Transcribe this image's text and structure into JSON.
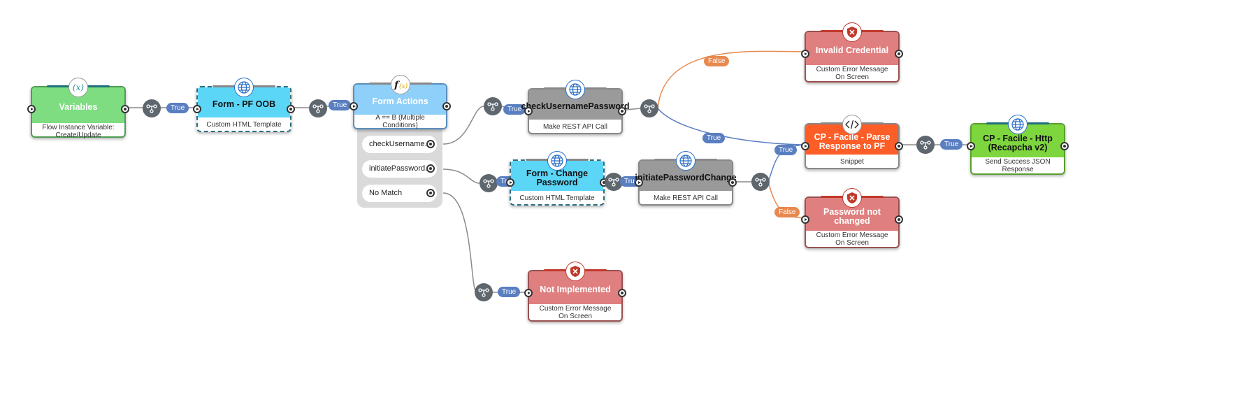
{
  "nodes": {
    "variables": {
      "title": "Variables",
      "subtitle": "Flow Instance Variable: Create/Update",
      "icon": "variable-x-icon",
      "color": "#7ddd80"
    },
    "form_pf_oob": {
      "title": "Form - PF OOB",
      "subtitle": "Custom HTML Template",
      "icon": "globe-icon",
      "color": "#5cd6f7"
    },
    "form_actions": {
      "title": "Form Actions",
      "subtitle": "A == B (Multiple Conditions)",
      "icon": "function-icon",
      "color": "#8fd0fa",
      "options": [
        "checkUsername...",
        "initiatePassword...",
        "No Match"
      ]
    },
    "check_username": {
      "title": "checkUsernamePassword",
      "subtitle": "Make REST API Call",
      "icon": "globe-icon",
      "color": "#9a9a9a"
    },
    "form_change_password": {
      "title": "Form - Change Password",
      "subtitle": "Custom HTML Template",
      "icon": "globe-icon",
      "color": "#5cd6f7"
    },
    "initiate_password_change": {
      "title": "initiatePasswordChange",
      "subtitle": "Make REST API Call",
      "icon": "globe-icon",
      "color": "#9a9a9a"
    },
    "not_implemented": {
      "title": "Not Implemented",
      "subtitle": "Custom Error Message On Screen",
      "icon": "shield-x-icon",
      "color": "#e07f7f"
    },
    "invalid_credential": {
      "title": "Invalid Credential",
      "subtitle": "Custom Error Message On Screen",
      "icon": "shield-x-icon",
      "color": "#e07f7f"
    },
    "cp_facile_parse": {
      "title": "CP - Facile - Parse Response to PF",
      "subtitle": "Snippet",
      "icon": "code-icon",
      "color": "#fd5d27"
    },
    "password_not_changed": {
      "title": "Password not changed",
      "subtitle": "Custom Error Message On Screen",
      "icon": "shield-x-icon",
      "color": "#e07f7f"
    },
    "cp_facile_http": {
      "title": "CP - Facile - Http (Recapcha v2)",
      "subtitle": "Send Success JSON Response",
      "icon": "globe-icon",
      "color": "#7ed63e"
    }
  },
  "labels": {
    "true": "True",
    "false": "False"
  }
}
